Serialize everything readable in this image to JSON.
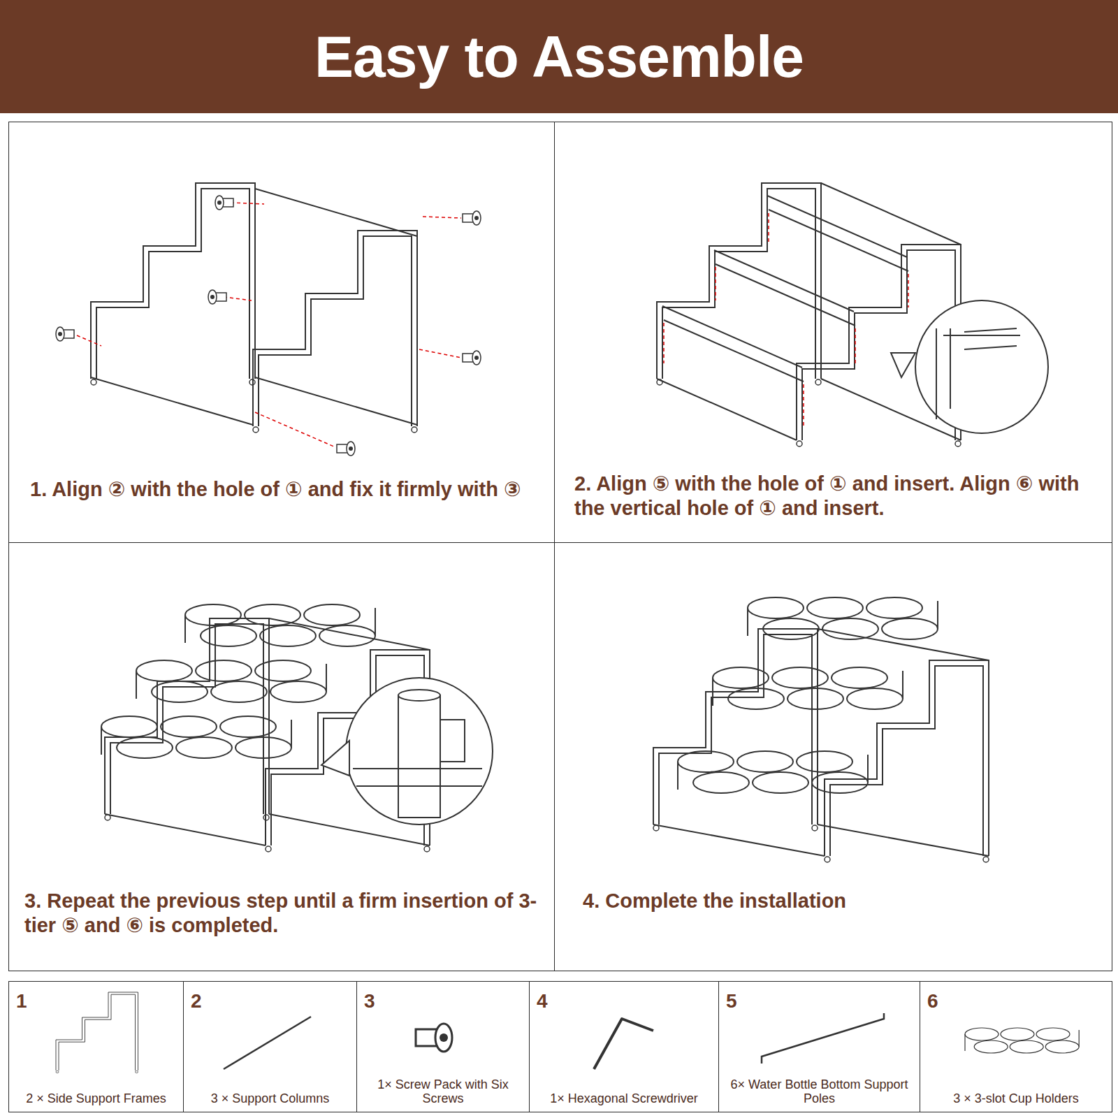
{
  "diagram": {
    "title": "Easy to Assemble",
    "nodes": [
      {
        "text": [
          "1. Align ② with the hole of ① and fix it firmly with ③"
        ]
      },
      {
        "text": [
          "2. Align ⑤ with the hole of ① and insert. Align ⑥ with the vertical hole of ① and insert."
        ]
      },
      {
        "text": [
          "3. Repeat the previous step until a firm insertion of 3-tier ⑤ and ⑥ is completed."
        ]
      },
      {
        "text": [
          "4. Complete the installation"
        ]
      },
      {
        "text": [
          "1",
          "2 × Side Support Frames"
        ]
      },
      {
        "text": [
          "2",
          "3 × Support Columns"
        ]
      },
      {
        "text": [
          "3",
          "1× Screw Pack with Six Screws"
        ]
      },
      {
        "text": [
          "4",
          "1× Hexagonal Screwdriver"
        ]
      },
      {
        "text": [
          "5",
          "6× Water Bottle Bottom Support Poles"
        ]
      },
      {
        "text": [
          "6",
          "3 × 3-slot Cup Holders"
        ]
      }
    ]
  }
}
